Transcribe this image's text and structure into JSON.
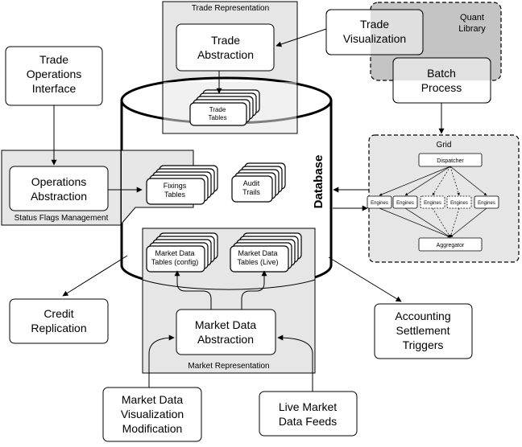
{
  "regions": {
    "trade_representation": "Trade Representation",
    "quant_library": [
      "Quant",
      "Library"
    ],
    "status_flags": "Status Flags Management",
    "grid": "Grid",
    "market_representation": "Market Representation"
  },
  "database": {
    "label": "Database"
  },
  "nodes": {
    "trade_abstraction": [
      "Trade",
      "Abstraction"
    ],
    "trade_visualization": [
      "Trade",
      "Visualization"
    ],
    "batch_process": [
      "Batch",
      "Process"
    ],
    "trade_operations_interface": [
      "Trade",
      "Operations",
      "Interface"
    ],
    "operations_abstraction": [
      "Operations",
      "Abstraction"
    ],
    "credit_replication": [
      "Credit",
      "Replication"
    ],
    "market_data_abstraction": [
      "Market Data",
      "Abstraction"
    ],
    "accounting_settlement_triggers": [
      "Accounting",
      "Settlement",
      "Triggers"
    ],
    "market_data_visualization": [
      "Market Data",
      "Visualization",
      "Modification"
    ],
    "live_market_data_feeds": [
      "Live Market",
      "Data Feeds"
    ]
  },
  "tables": {
    "trade_tables": [
      "Trade",
      "Tables"
    ],
    "fixings_tables": [
      "Fixings",
      "Tables"
    ],
    "audit_trails": [
      "Audit",
      "Trails"
    ],
    "market_data_config": [
      "Market Data",
      "Tables (config)"
    ],
    "market_data_live": [
      "Market Data",
      "Tables (Live)"
    ]
  },
  "grid_nodes": {
    "dispatcher": "Dispatcher",
    "aggregator": "Aggregator",
    "engines": [
      "Engines",
      "Engines",
      "Engines",
      "Engines",
      "Engines"
    ]
  },
  "colors": {
    "region_fill": "#e6e6e6",
    "quant_fill": "#c4c4c4",
    "node_fill": "#ffffff",
    "stroke": "#000000"
  }
}
